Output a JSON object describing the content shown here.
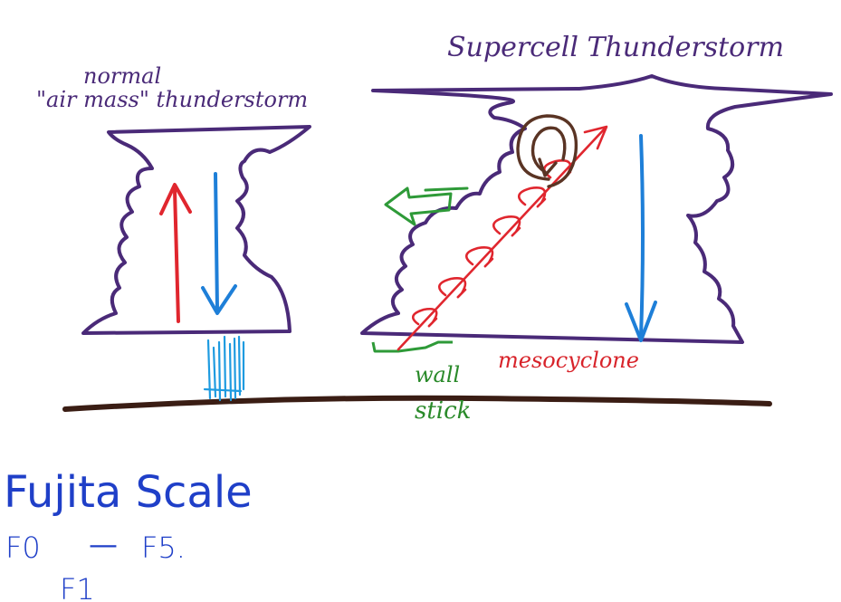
{
  "colors": {
    "cloud_outline": "#4a2a78",
    "updraft": "#e0262e",
    "downdraft": "#1e7fd8",
    "ground": "#3a1d14",
    "wall_cloud": "#2e9a38",
    "rotation": "#5a3424",
    "scale_text": "#1f3fc8"
  },
  "left_storm": {
    "title_line1": "normal",
    "title_line2": "\"air mass\" thunderstorm",
    "updraft_icon": "arrow-up-icon",
    "downdraft_icon": "arrow-down-icon",
    "precip_icon": "rain-shaft-icon"
  },
  "right_storm": {
    "title": "Supercell Thunderstorm",
    "label_wall": "wall",
    "label_stick": "stick",
    "label_mesocyclone": "mesocyclone",
    "rotation_icon": "rotation-loop-icon",
    "inflow_icon": "inflow-arrow-icon"
  },
  "fujita": {
    "heading": "Fujita Scale",
    "range_start": "F0",
    "range_dash": "—",
    "range_end": "F5.",
    "line2": "F1"
  }
}
